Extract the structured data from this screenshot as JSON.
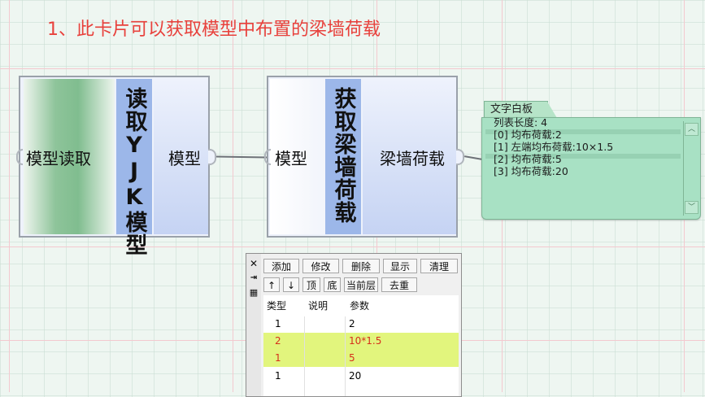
{
  "title": "1、此卡片可以获取模型中布置的梁墙荷载",
  "card1": {
    "left_label": "模型读取",
    "strip_title": "读取YJK模型",
    "output_label": "模型"
  },
  "card2": {
    "input_label": "模型",
    "strip_title": "获取梁墙荷载",
    "output_label": "梁墙荷载"
  },
  "textboard": {
    "tab": "文字白板",
    "lines": [
      "列表长度: 4",
      "[0] 均布荷载:2",
      "[1] 左端均布荷载:10×1.5",
      "[2] 均布荷载:5",
      "[3] 均布荷载:20"
    ]
  },
  "param_panel": {
    "side_icons": [
      "close-icon",
      "pin-icon",
      "table-icon"
    ],
    "toolbar_row1": [
      "添加",
      "修改",
      "删除",
      "显示",
      "清理"
    ],
    "toolbar_row2": [
      "↑",
      "↓",
      "顶",
      "底",
      "当前层",
      "去重"
    ],
    "columns": [
      "类型",
      "说明",
      "参数"
    ],
    "rows": [
      {
        "type": "1",
        "desc": "",
        "param": "2",
        "highlight": false
      },
      {
        "type": "2",
        "desc": "",
        "param": "10*1.5",
        "highlight": true
      },
      {
        "type": "1",
        "desc": "",
        "param": "5",
        "highlight": true
      },
      {
        "type": "1",
        "desc": "",
        "param": "20",
        "highlight": false
      }
    ]
  },
  "colors": {
    "title": "#e8413c",
    "highlight_row": "#e2f57d",
    "highlight_text": "#d6301b",
    "textboard_bg": "#a8e1c4",
    "strip": "#9cb7e9"
  }
}
